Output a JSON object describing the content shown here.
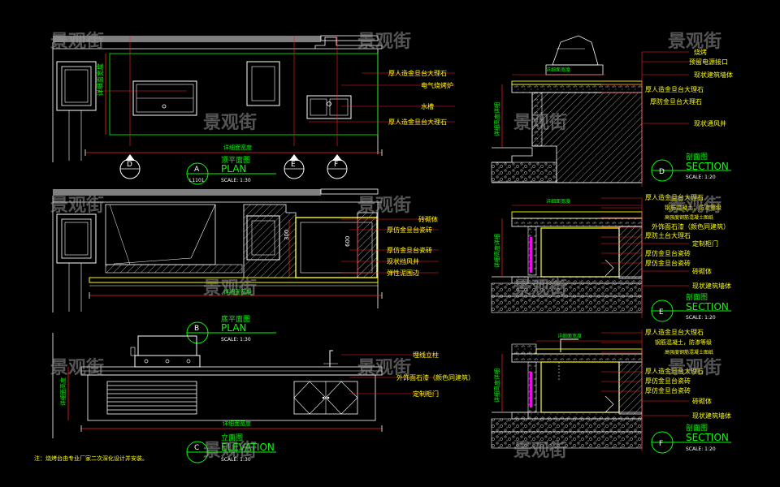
{
  "watermark": "景观街",
  "views": {
    "plan_top": {
      "circle_letter": "A",
      "circle_sheet": "L1101",
      "title_cn": "顶平面图",
      "title_en": "PLAN",
      "scale": "SCALE:      1:30"
    },
    "plan_bottom": {
      "circle_letter": "B",
      "title_cn": "底平面图",
      "title_en": "PLAN",
      "scale": "SCALE:      1:30"
    },
    "elevation": {
      "circle_letter": "C",
      "title_cn": "立面图",
      "title_en": "ELEVATION",
      "scale": "SCALE:      1:30"
    },
    "section_d": {
      "circle_letter": "D",
      "title_cn": "剖面图",
      "title_en": "SECTION",
      "scale": "SCALE:      1:20"
    },
    "section_e": {
      "circle_letter": "E",
      "title_cn": "剖面图",
      "title_en": "SECTION",
      "scale": "SCALE:      1:20"
    },
    "section_f": {
      "circle_letter": "F",
      "title_cn": "剖面图",
      "title_en": "SECTION",
      "scale": "SCALE:      1:20"
    }
  },
  "section_markers": [
    "D",
    "E",
    "F"
  ],
  "callouts": {
    "plan_top": [
      "厚人造金旦台大理石",
      "电气烧烤炉",
      "水槽",
      "厚人造金旦台大理石"
    ],
    "plan_bottom": [
      "砖砌体",
      "厚仿金旦台瓷砖",
      "厚仿金旦台瓷砖",
      "现状挡风井",
      "弹性泥围边"
    ],
    "elevation": [
      "埋线立柱",
      "外饰面石漆（颜色同建筑）",
      "定制柜门"
    ],
    "section_d": [
      "烧烤",
      "预留电源接口",
      "现状建筑墙体",
      "厚人造金旦台大理石",
      "厚防金旦台大理石",
      "现状通风井"
    ],
    "section_e": [
      "厚人造金旦台大理石",
      "钢筋混凝土，防渗等级",
      "高强度钢筋混凝土图纸",
      "外饰面石漆（颜色同建筑）",
      "厚防土台大理石",
      "定制柜门",
      "厚仿金旦台瓷砖",
      "厚仿金旦台瓷砖",
      "砖砌体",
      "现状建筑墙体"
    ],
    "section_f": [
      "厚人造金旦台大理石",
      "钢筋混凝土，防渗等级",
      "高强度钢筋混凝土图纸",
      "厚人造金旦台大理石",
      "厚仿金旦台瓷砖",
      "厚仿金旦台瓷砖",
      "砖砌体",
      "现状建筑墙体"
    ]
  },
  "dimensions": {
    "width_label": "详细面宽度",
    "depth_label": "详细面宽度",
    "height_label": "详细面高度",
    "side_label": "详细面宽度",
    "d1": "300",
    "d2": "600",
    "sec_height": "详细高度详细",
    "sec_height2": "详细高度详细"
  },
  "note": "注：烧烤台由专业厂家二次深化设计并安装。"
}
